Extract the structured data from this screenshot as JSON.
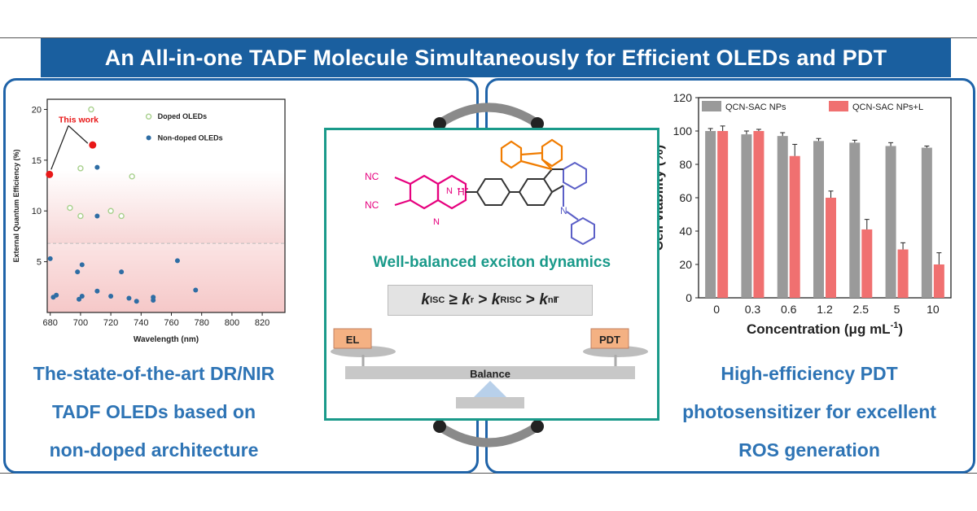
{
  "header": {
    "title": "An All-in-one TADF Molecule Simultaneously for Efficient OLEDs and PDT"
  },
  "left_panel": {
    "caption_lines": [
      "The-state-of-the-art DR/NIR",
      "TADF OLEDs based on",
      "non-doped architecture"
    ],
    "annotation": "This work"
  },
  "center_panel": {
    "labels": {
      "nc_top": "NC",
      "nc_bottom": "NC",
      "n_left": "N",
      "n_mid": "N",
      "n_amine": "N",
      "h": "H"
    },
    "subtitle": "Well-balanced exciton dynamics",
    "formula": {
      "k": "k",
      "isc": "ISC",
      "ge": " ≥ ",
      "r": "r",
      "gt1": " > ",
      "risc": "RISC",
      "gt2": " > ",
      "nr": "nr",
      "T": "T"
    },
    "balance_left": "EL",
    "balance_right": "PDT",
    "balance_label": "Balance"
  },
  "right_panel": {
    "caption_lines": [
      "High-efficiency PDT",
      "photosensitizer for excellent",
      "ROS generation"
    ]
  },
  "colors": {
    "title_bg": "#1a5f9f",
    "panel_border": "#1f63a8",
    "caption_blue": "#2e74b5",
    "teal": "#1a9a8a",
    "magenta": "#e6007e",
    "orange": "#f07c00",
    "purple": "#5b5fc7",
    "gray_bar": "#9a9a9a",
    "red_bar": "#f07070",
    "doped_marker": "#a8d08d",
    "nondoped_marker": "#2e6da4",
    "this_work": "#e81818"
  },
  "chart_data": [
    {
      "type": "scatter",
      "xlabel": "Wavelength (nm)",
      "ylabel": "External Quantum Efficiency (%)",
      "xlim": [
        678,
        835
      ],
      "ylim": [
        0,
        21
      ],
      "xticks": [
        "680",
        "700",
        "720",
        "740",
        "760",
        "780",
        "800",
        "820"
      ],
      "yticks": [
        "5",
        "10",
        "15",
        "20"
      ],
      "legend": [
        "Doped OLEDs",
        "Non-doped OLEDs"
      ],
      "legend_position": "top-right",
      "series": [
        {
          "name": "Doped OLEDs",
          "points": [
            [
              707,
              20
            ],
            [
              700,
              14.2
            ],
            [
              734,
              13.4
            ],
            [
              693,
              10.3
            ],
            [
              700,
              9.5
            ],
            [
              720,
              10
            ],
            [
              727,
              9.5
            ]
          ]
        },
        {
          "name": "Non-doped OLEDs",
          "points": [
            [
              711,
              14.3
            ],
            [
              711,
              9.5
            ],
            [
              680,
              5.3
            ],
            [
              698,
              4
            ],
            [
              701,
              4.7
            ],
            [
              727,
              4
            ],
            [
              764,
              5.1
            ],
            [
              682,
              1.5
            ],
            [
              684,
              1.7
            ],
            [
              699,
              1.3
            ],
            [
              701,
              1.6
            ],
            [
              711,
              2.1
            ],
            [
              720,
              1.6
            ],
            [
              732,
              1.4
            ],
            [
              737,
              1.1
            ],
            [
              748,
              1.2
            ],
            [
              748,
              1.5
            ],
            [
              776,
              2.2
            ]
          ]
        },
        {
          "name": "This work",
          "points": [
            [
              679.5,
              13.6
            ],
            [
              708,
              16.5
            ]
          ]
        }
      ]
    },
    {
      "type": "bar",
      "xlabel": "Concentration (μg mL",
      "xlabel_sup": "-1",
      "xlabel_end": ")",
      "ylabel": "Cell viability (%)",
      "ylim": [
        0,
        120
      ],
      "yticks": [
        "0",
        "20",
        "40",
        "60",
        "80",
        "100",
        "120"
      ],
      "categories": [
        "0",
        "0.3",
        "0.6",
        "1.2",
        "2.5",
        "5",
        "10"
      ],
      "legend_position": "top",
      "series": [
        {
          "name": "QCN-SAC NPs",
          "values": [
            100,
            98,
            97,
            94,
            93,
            91,
            90
          ],
          "errors": [
            1.5,
            2,
            2,
            1.5,
            1.5,
            2,
            1
          ]
        },
        {
          "name": "QCN-SAC NPs+L",
          "values": [
            100,
            100,
            85,
            60,
            41,
            29,
            20
          ],
          "errors": [
            3,
            1,
            7,
            4,
            6,
            4,
            7
          ]
        }
      ]
    }
  ]
}
